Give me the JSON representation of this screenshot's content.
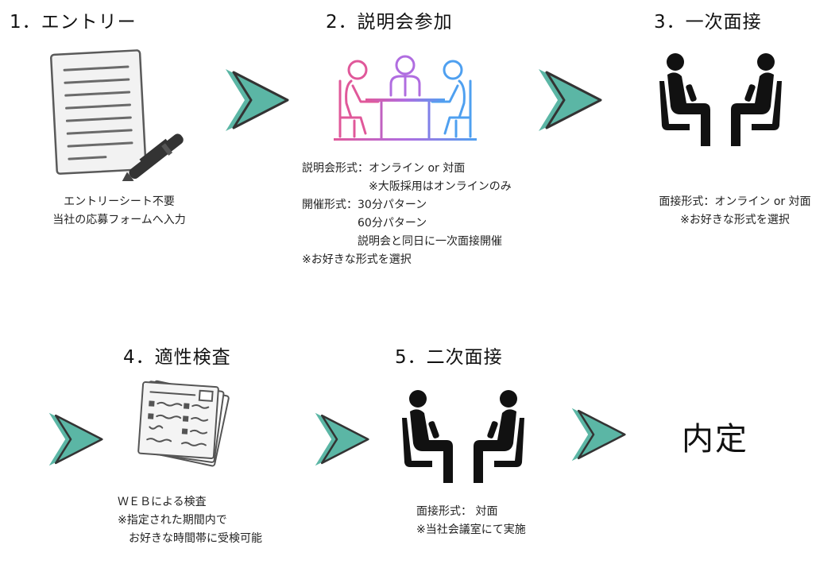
{
  "colors": {
    "arrow_fill": "#5BB6A5",
    "arrow_outline": "#333333",
    "icon_black": "#111111",
    "people_pink": "#E0589A",
    "people_purple": "#B06DE0",
    "people_blue": "#4FA0F0"
  },
  "steps": [
    {
      "title": "1．エントリー",
      "icon": "document-with-pen-icon",
      "description": "エントリーシート不要\n当社の応募フォームへ入力"
    },
    {
      "title": "2．説明会参加",
      "icon": "meeting-table-icon",
      "description": "説明会形式：オンライン or 対面\n　　　　　　※大阪採用はオンラインのみ\n開催形式：30分パターン\n　　　　　60分パターン\n　　　　　説明会と同日に一次面接開催\n※お好きな形式を選択"
    },
    {
      "title": "3．一次面接",
      "icon": "interview-chairs-icon",
      "description": "面接形式：オンライン or 対面\n※お好きな形式を選択"
    },
    {
      "title": "4．適性検査",
      "icon": "test-papers-icon",
      "description": "ＷＥＢによる検査\n※指定された期間内で\n　お好きな時間帯に受検可能"
    },
    {
      "title": "5．二次面接",
      "icon": "interview-chairs-icon",
      "description": "面接形式： 対面\n※当社会議室にて実施"
    }
  ],
  "final": {
    "label": "内定"
  }
}
